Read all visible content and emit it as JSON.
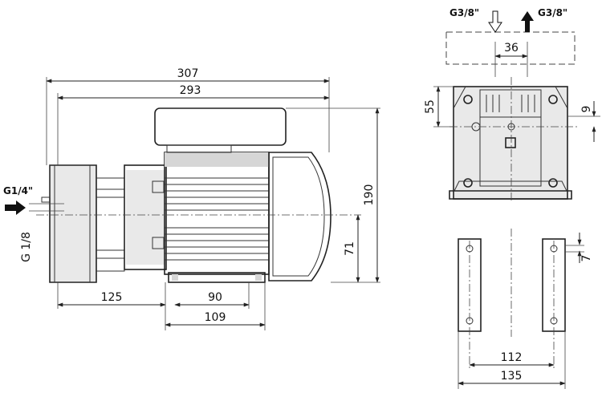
{
  "dimensions": {
    "overall_length": "307",
    "length_to_fan": "293",
    "height": "190",
    "shaft_height": "71",
    "inlet_to_foot": "125",
    "foot_hole_spacing": "90",
    "foot_length": "109",
    "port_spacing": "36",
    "base_to_port": "55",
    "port_offset": "9",
    "slot_width": "7",
    "foot_spacing_holes": "112",
    "foot_width": "135"
  },
  "ports": {
    "inlet": "G1/4\"",
    "drain": "G 1/8",
    "outlet_left": "G3/8\"",
    "outlet_right": "G3/8\""
  }
}
